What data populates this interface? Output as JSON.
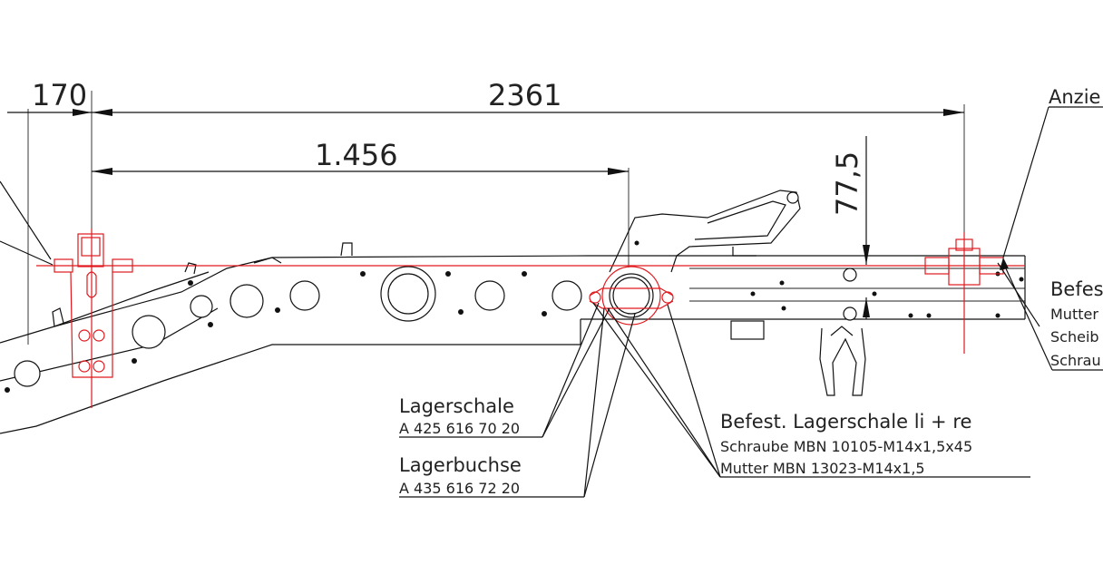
{
  "dimensions": {
    "d170": "170",
    "d2361": "2361",
    "d1456": "1.456",
    "d775": "77,5"
  },
  "labels": {
    "lagerschale_title": "Lagerschale",
    "lagerschale_part": "A 425 616 70 20",
    "lagerbuchse_title": "Lagerbuchse",
    "lagerbuchse_part": "A 435 616 72 20",
    "befest_title": "Befest. Lagerschale li + re",
    "befest_schraube": "Schraube MBN 10105-M14x1,5x45",
    "befest_mutter": "Mutter MBN 13023-M14x1,5",
    "right_anzie": "Anzie",
    "right_befes": "Befes",
    "right_mutter": "Mutter",
    "right_scheib": "Scheib",
    "right_schrau": "Schrau"
  },
  "colors": {
    "line": "#111111",
    "accent_red": "#e0191e",
    "background": "#ffffff"
  }
}
